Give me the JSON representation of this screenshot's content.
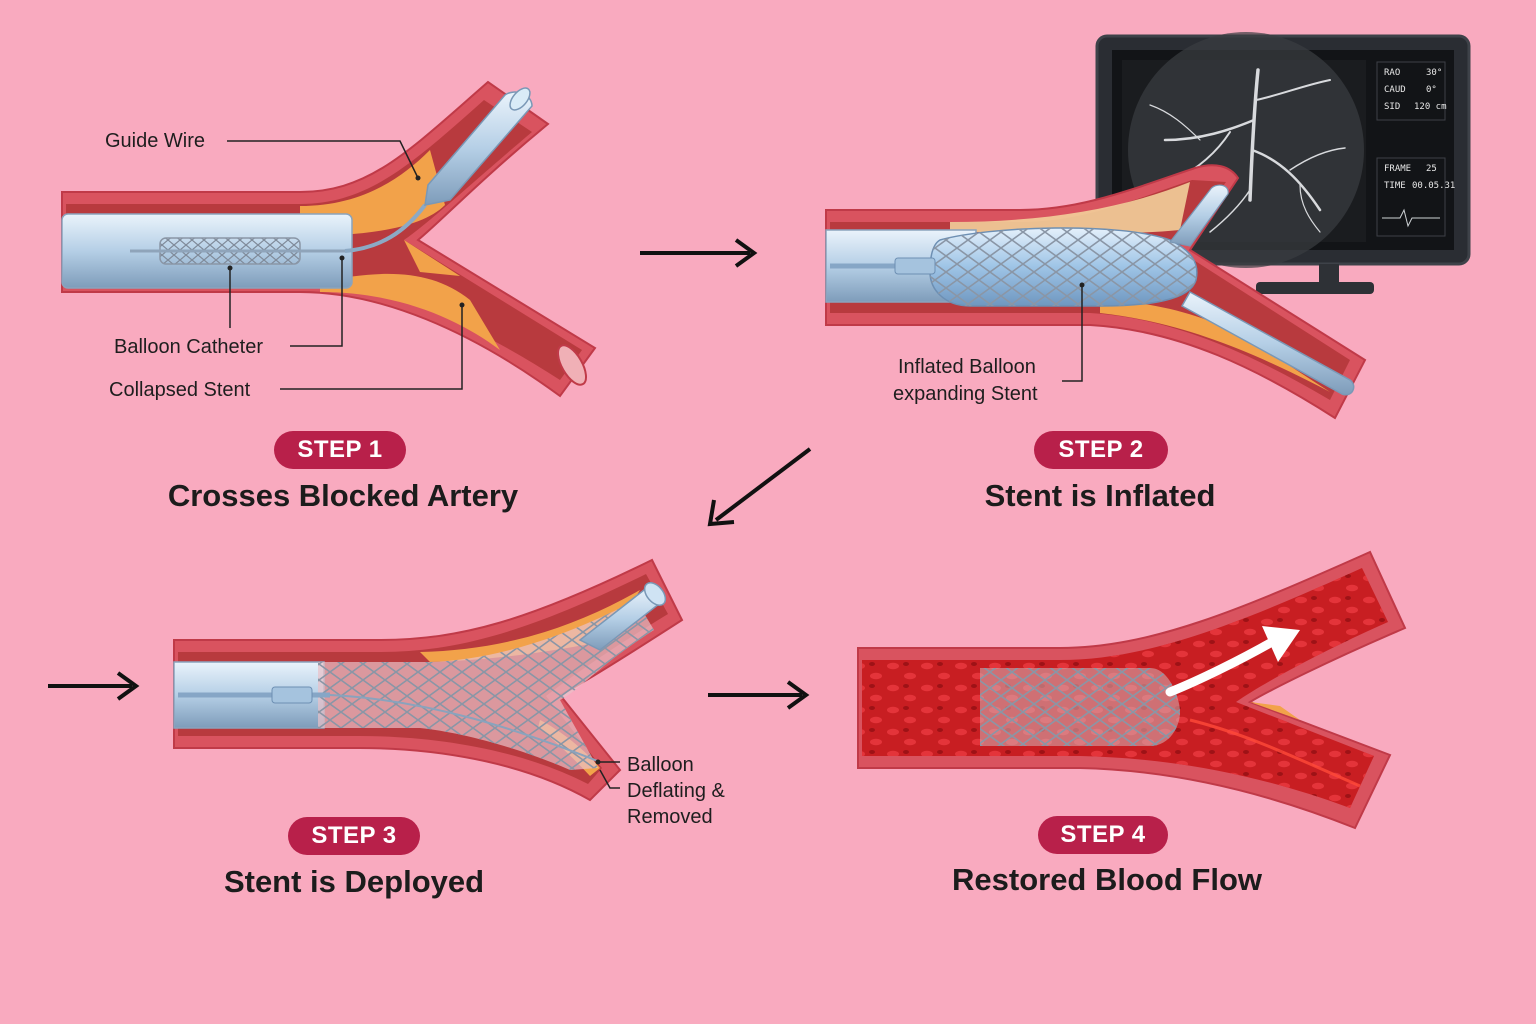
{
  "colors": {
    "background": "#f9aabf",
    "badge": "#b8204a",
    "artery_wall": "#d9535f",
    "artery_inner": "#b83a3e",
    "plaque": "#f2a24a",
    "catheter": "#bcd5ea",
    "blood": "#c81e22"
  },
  "step1": {
    "badge": "STEP 1",
    "title": "Crosses Blocked Artery",
    "labels": {
      "guide_wire": "Guide Wire",
      "balloon_catheter": "Balloon Catheter",
      "collapsed_stent": "Collapsed Stent"
    }
  },
  "step2": {
    "badge": "STEP 2",
    "title": "Stent is Inflated",
    "label_line1": "Inflated Balloon",
    "label_line2": "expanding Stent"
  },
  "step3": {
    "badge": "STEP 3",
    "title": "Stent is Deployed",
    "label_line1": "Balloon",
    "label_line2": "Deflating &",
    "label_line3": "Removed"
  },
  "step4": {
    "badge": "STEP 4",
    "title": "Restored Blood Flow"
  },
  "monitor": {
    "rao_label": "RAO",
    "rao_value": "30°",
    "caud_label": "CAUD",
    "caud_value": "0°",
    "sid_label": "SID",
    "sid_value": "120 cm",
    "frame_label": "FRAME",
    "frame_value": "25",
    "time_label": "TIME",
    "time_value": "00.05.31"
  }
}
